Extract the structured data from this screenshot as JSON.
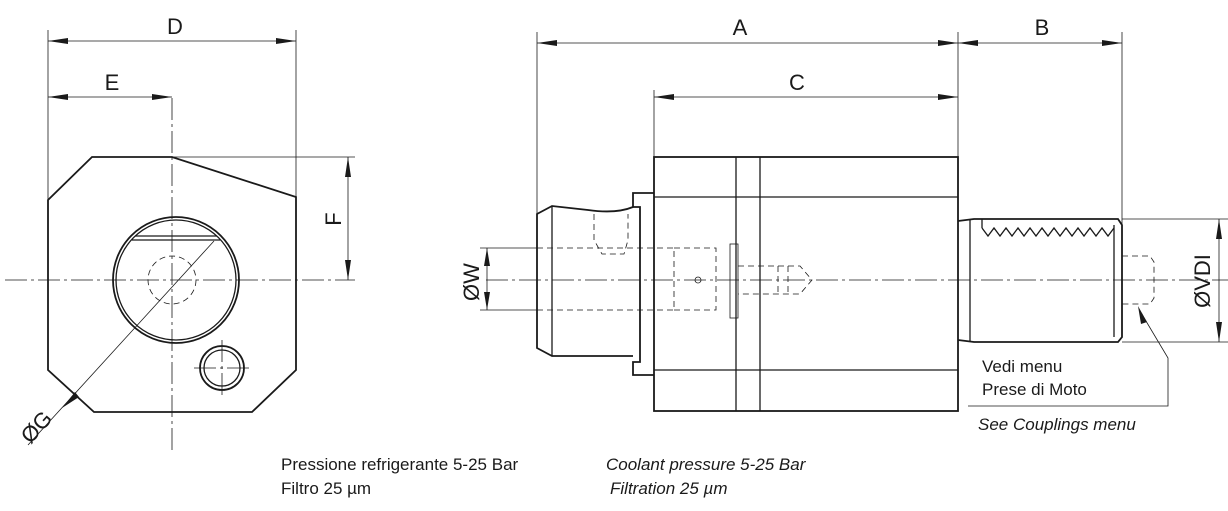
{
  "dimensions": {
    "D": "D",
    "E": "E",
    "F": "F",
    "G": "ØG",
    "A": "A",
    "B": "B",
    "C": "C",
    "W": "ØW",
    "VDI": "ØVDI"
  },
  "couplings_note": {
    "it_line1": "Vedi menu",
    "it_line2": "Prese di Moto",
    "en": "See Couplings menu"
  },
  "coolant": {
    "it_pressure": "Pressione refrigerante 5-25 Bar",
    "it_filter": "Filtro 25 µm",
    "en_pressure": "Coolant pressure 5-25 Bar",
    "en_filter": "Filtration 25 µm"
  }
}
